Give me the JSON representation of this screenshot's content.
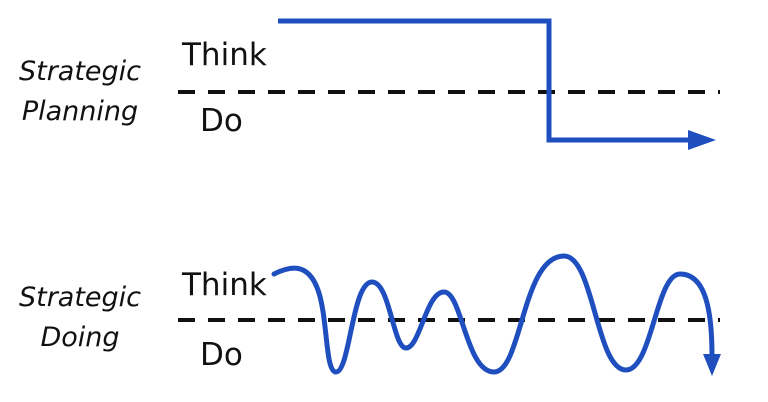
{
  "colors": {
    "line": "#1f4fbf",
    "divider": "#111111",
    "text": "#111111"
  },
  "panels": [
    {
      "name_line1": "Strategic",
      "name_line2": "Planning",
      "above_label": "Think",
      "below_label": "Do"
    },
    {
      "name_line1": "Strategic",
      "name_line2": "Doing",
      "above_label": "Think",
      "below_label": "Do"
    }
  ]
}
